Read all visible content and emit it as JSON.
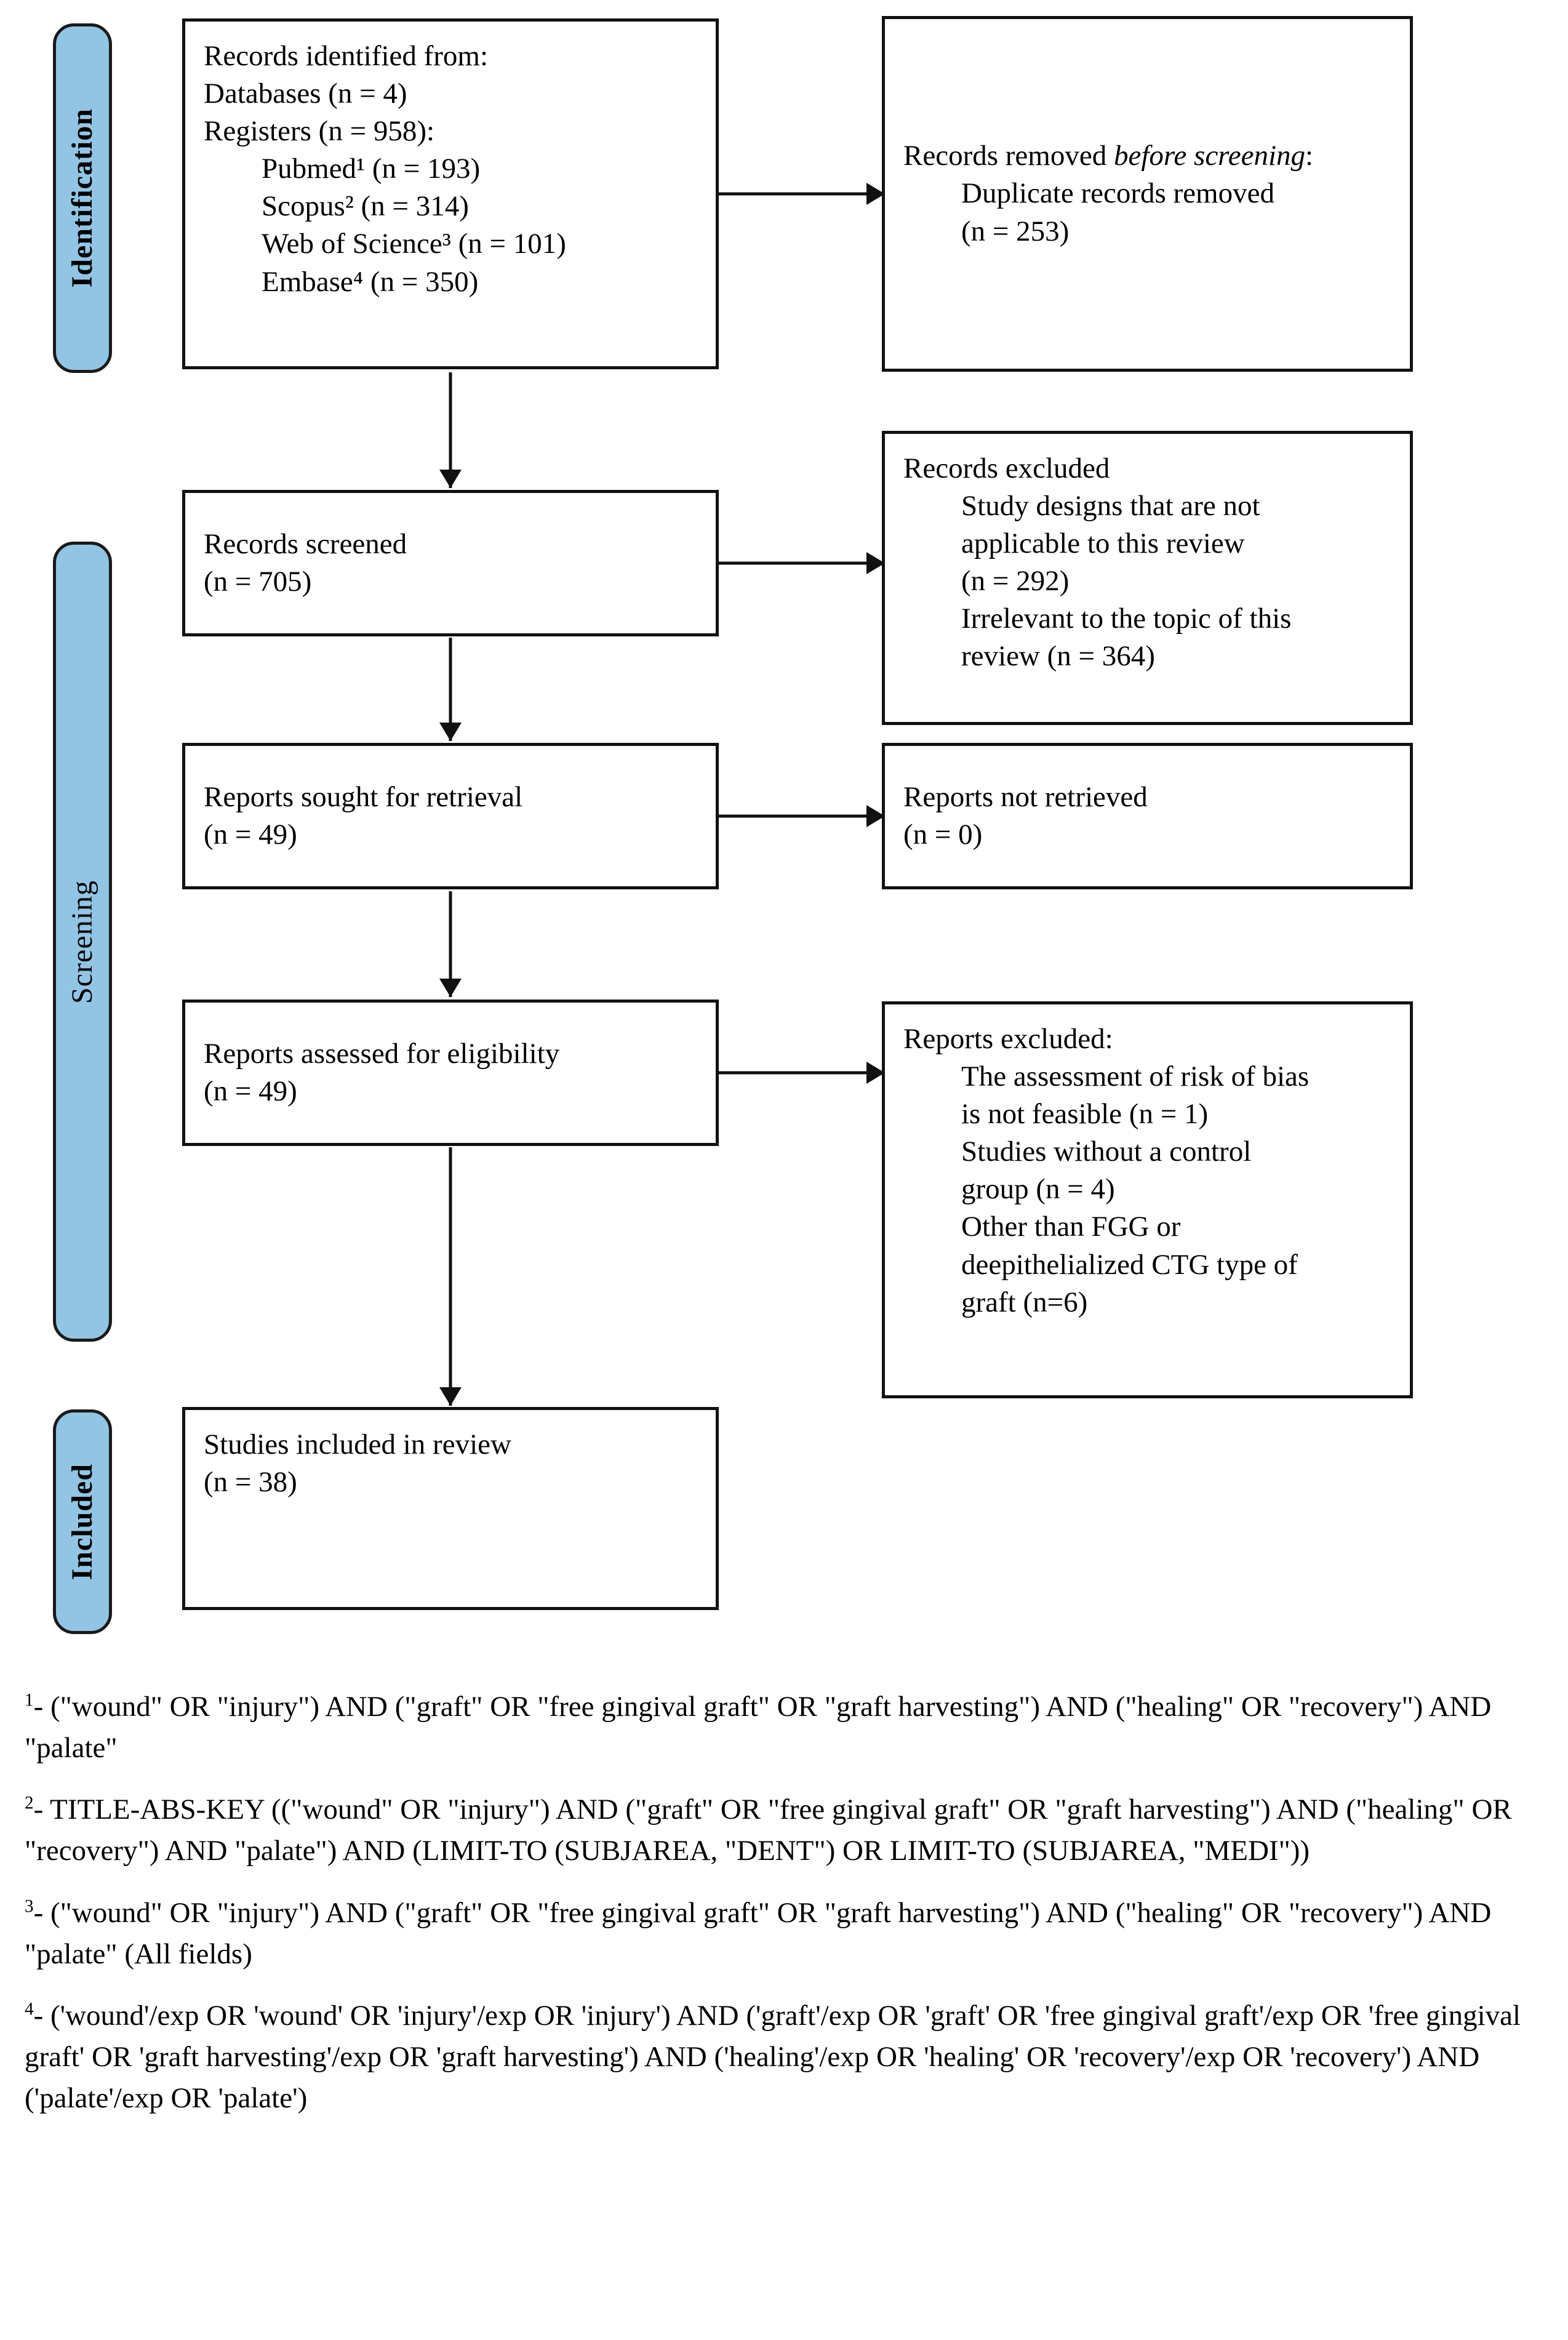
{
  "diagram": {
    "type": "prisma-flow-diagram",
    "accent_color": "#92C5E4",
    "border_color": "#111111",
    "phases": [
      {
        "id": "identification",
        "label": "Identification"
      },
      {
        "id": "screening",
        "label": "Screening"
      },
      {
        "id": "included",
        "label": "Included"
      }
    ],
    "boxes": {
      "identified": {
        "id": "records-identified-from",
        "lines": [
          "Records identified from:",
          "Databases (n = 4)",
          "Registers (n = 958):",
          "    Pubmed¹ (n = 193)",
          "    Scopus² (n = 314)",
          "    Web of Science³ (n = 101)",
          "    Embase⁴ (n = 350)"
        ],
        "text": "Records identified from:\nDatabases (n = 4)\nRegisters (n = 958):\n  Pubmed¹ (n = 193)\n  Scopus² (n = 314)\n  Web of Science³ (n = 101)\n  Embase⁴ (n = 350)"
      },
      "removed_before_screening": {
        "id": "records-removed-before-screening",
        "title_plain": "Records removed ",
        "title_italic": "before screening",
        "title_suffix": ":",
        "text": "  Duplicate records removed\n  (n = 253)"
      },
      "screened": {
        "id": "records-screened",
        "text": "Records screened\n(n = 705)",
        "count": 705
      },
      "records_excluded": {
        "id": "records-excluded",
        "text": "Records excluded\n  Study designs that are not\n  applicable to this review\n  (n = 292)\n  Irrelevant to the topic of this\n  review (n = 364)",
        "reasons": [
          {
            "reason": "Study designs that are not applicable to this review",
            "n": 292
          },
          {
            "reason": "Irrelevant to the topic of this review",
            "n": 364
          }
        ]
      },
      "sought_for_retrieval": {
        "id": "reports-sought-for-retrieval",
        "text": "Reports sought for retrieval\n(n = 49)",
        "count": 49
      },
      "not_retrieved": {
        "id": "reports-not-retrieved",
        "text": "Reports not retrieved\n(n = 0)",
        "count": 0
      },
      "assessed_for_eligibility": {
        "id": "reports-assessed-for-eligibility",
        "text": "Reports assessed for eligibility\n(n = 49)",
        "count": 49
      },
      "reports_excluded": {
        "id": "reports-excluded",
        "text": "Reports excluded:\n  The assessment of risk of bias\n  is not feasible (n = 1)\n  Studies without a control\n  group (n = 4)\n  Other than FGG or\n  deepithelialized CTG type of\n  graft (n=6)",
        "reasons": [
          {
            "reason": "The assessment of risk of bias is not feasible",
            "n": 1
          },
          {
            "reason": "Studies without a control group",
            "n": 4
          },
          {
            "reason": "Other than FGG or deepithelialized CTG type of graft",
            "n": 6
          }
        ]
      },
      "studies_included": {
        "id": "studies-included-in-review",
        "text": "Studies included in review\n(n = 38)",
        "count": 38
      }
    }
  },
  "footnotes": [
    {
      "marker": "1",
      "text": "- (\"wound\" OR \"injury\") AND (\"graft\" OR \"free gingival graft\" OR \"graft harvesting\") AND (\"healing\" OR \"recovery\") AND \"palate\""
    },
    {
      "marker": "2",
      "text": "- TITLE-ABS-KEY ((\"wound\" OR \"injury\") AND (\"graft\" OR \"free gingival graft\" OR \"graft harvesting\") AND (\"healing\" OR \"recovery\") AND \"palate\") AND (LIMIT-TO (SUBJAREA, \"DENT\") OR LIMIT-TO (SUBJAREA, \"MEDI\"))"
    },
    {
      "marker": "3",
      "text": "- (\"wound\" OR \"injury\") AND (\"graft\" OR \"free gingival graft\" OR \"graft harvesting\") AND (\"healing\" OR \"recovery\") AND \"palate\" (All fields)"
    },
    {
      "marker": "4",
      "text": "- ('wound'/exp OR 'wound' OR 'injury'/exp OR 'injury') AND ('graft'/exp OR 'graft' OR 'free gingival graft'/exp OR 'free gingival graft' OR 'graft harvesting'/exp OR 'graft harvesting') AND ('healing'/exp OR 'healing' OR 'recovery'/exp OR 'recovery') AND ('palate'/exp OR 'palate')"
    }
  ]
}
